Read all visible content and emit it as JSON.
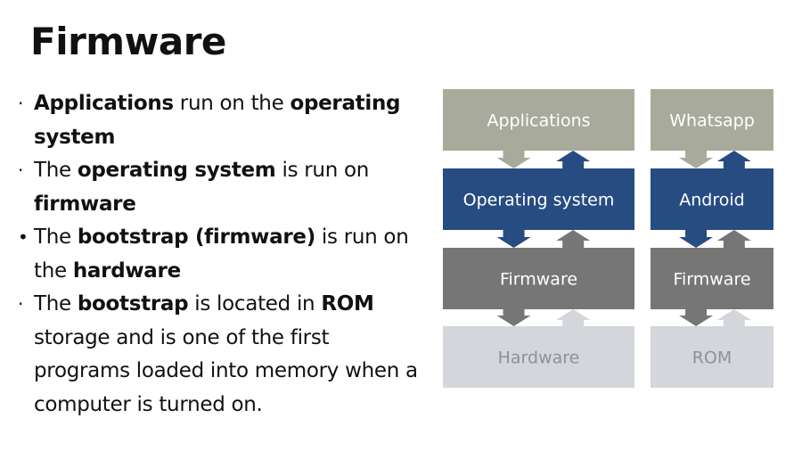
{
  "slide": {
    "title": "Firmware",
    "bullets": [
      [
        {
          "text": "Applications",
          "bold": true
        },
        {
          "text": " run on the ",
          "bold": false
        },
        {
          "text": "operating system",
          "bold": true
        }
      ],
      [
        {
          "text": "The ",
          "bold": false
        },
        {
          "text": "operating system",
          "bold": true
        },
        {
          "text": " is run on ",
          "bold": false
        },
        {
          "text": "firmware",
          "bold": true
        }
      ],
      [
        {
          "text": "The ",
          "bold": false
        },
        {
          "text": "bootstrap (firmware)",
          "bold": true
        },
        {
          "text": " is run on the ",
          "bold": false
        },
        {
          "text": "hardware",
          "bold": true
        }
      ],
      [
        {
          "text": "The ",
          "bold": false
        },
        {
          "text": "bootstrap",
          "bold": true
        },
        {
          "text": " is located in ",
          "bold": false
        },
        {
          "text": "ROM",
          "bold": true
        },
        {
          "text": " storage and is one of the first programs loaded into memory when a computer is turned on.",
          "bold": false
        }
      ]
    ]
  },
  "diagram": {
    "stacks": [
      {
        "name": "generic",
        "layers": [
          {
            "label": "Applications",
            "fill": "#a8ab9b",
            "text": "#ffffff"
          },
          {
            "label": "Operating system",
            "fill": "#264c82",
            "text": "#ffffff"
          },
          {
            "label": "Firmware",
            "fill": "#767676",
            "text": "#ffffff"
          },
          {
            "label": "Hardware",
            "fill": "#d3d6db",
            "text": "#8e9196"
          }
        ]
      },
      {
        "name": "android",
        "layers": [
          {
            "label": "Whatsapp",
            "fill": "#a8ab9b",
            "text": "#ffffff"
          },
          {
            "label": "Android",
            "fill": "#264c82",
            "text": "#ffffff"
          },
          {
            "label": "Firmware",
            "fill": "#767676",
            "text": "#ffffff"
          },
          {
            "label": "ROM",
            "fill": "#d3d6db",
            "text": "#8e9196"
          }
        ]
      }
    ],
    "arrow_colors": {
      "down": [
        "#a8ab9b",
        "#264c82",
        "#767676"
      ],
      "up": [
        "#264c82",
        "#767676",
        "#d3d6db"
      ]
    }
  }
}
